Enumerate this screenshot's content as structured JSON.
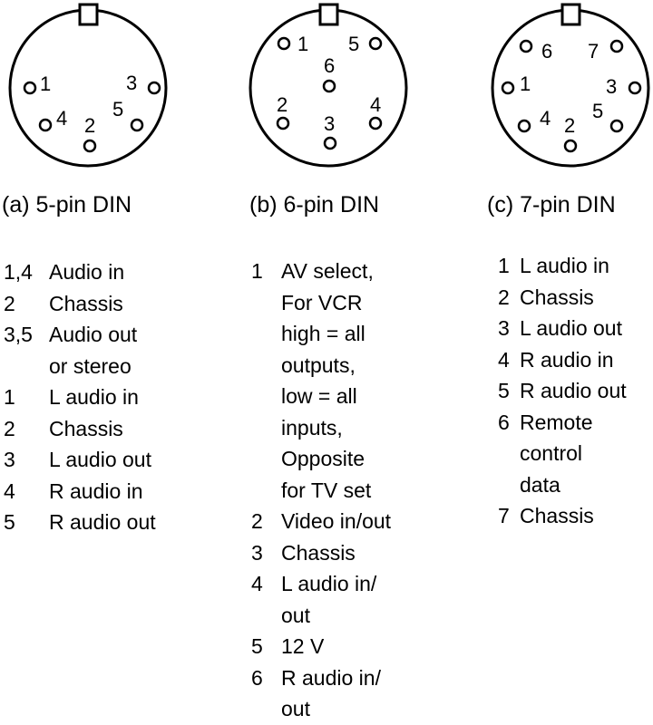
{
  "connectors": [
    {
      "caption": "(a) 5-pin DIN",
      "pins": [
        "1",
        "2",
        "3",
        "4",
        "5"
      ],
      "legend": [
        {
          "pin": "1,4",
          "lines": [
            "Audio in"
          ]
        },
        {
          "pin": "2",
          "lines": [
            "Chassis"
          ]
        },
        {
          "pin": "3,5",
          "lines": [
            "Audio out",
            "or stereo"
          ]
        },
        {
          "pin": "1",
          "lines": [
            "L audio in"
          ]
        },
        {
          "pin": "2",
          "lines": [
            "Chassis"
          ]
        },
        {
          "pin": "3",
          "lines": [
            "L audio out"
          ]
        },
        {
          "pin": "4",
          "lines": [
            "R audio in"
          ]
        },
        {
          "pin": "5",
          "lines": [
            "R audio out"
          ]
        }
      ]
    },
    {
      "caption": "(b) 6-pin DIN",
      "pins": [
        "1",
        "2",
        "3",
        "4",
        "5",
        "6"
      ],
      "legend": [
        {
          "pin": "1",
          "lines": [
            "AV select,",
            "For VCR",
            "high = all",
            "outputs,",
            "low = all",
            "inputs,",
            "Opposite",
            "for TV set"
          ]
        },
        {
          "pin": "2",
          "lines": [
            "Video in/out"
          ]
        },
        {
          "pin": "3",
          "lines": [
            "Chassis"
          ]
        },
        {
          "pin": "4",
          "lines": [
            "L audio in/",
            "out"
          ]
        },
        {
          "pin": "5",
          "lines": [
            "12 V"
          ]
        },
        {
          "pin": "6",
          "lines": [
            "R audio in/",
            "out"
          ]
        }
      ]
    },
    {
      "caption": "(c) 7-pin DIN",
      "pins": [
        "1",
        "2",
        "3",
        "4",
        "5",
        "6",
        "7"
      ],
      "legend": [
        {
          "pin": "1",
          "lines": [
            "L audio in"
          ]
        },
        {
          "pin": "2",
          "lines": [
            "Chassis"
          ]
        },
        {
          "pin": "3",
          "lines": [
            "L audio out"
          ]
        },
        {
          "pin": "4",
          "lines": [
            "R audio in"
          ]
        },
        {
          "pin": "5",
          "lines": [
            "R audio out"
          ]
        },
        {
          "pin": "6",
          "lines": [
            "Remote",
            "control",
            "data"
          ]
        },
        {
          "pin": "7",
          "lines": [
            "Chassis"
          ]
        }
      ]
    }
  ]
}
